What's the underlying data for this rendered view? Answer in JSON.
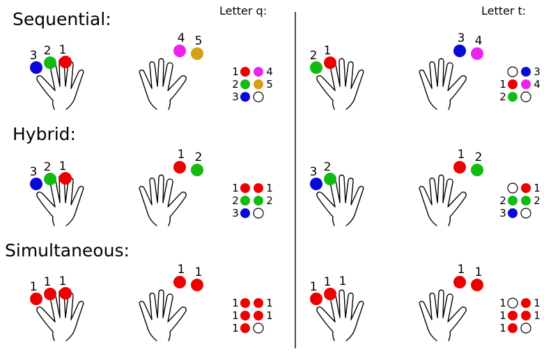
{
  "colors": {
    "red": "#ee0000",
    "green": "#11bb11",
    "blue": "#0a0ad8",
    "magenta": "#ee22ee",
    "gold": "#d4a017",
    "empty": "#ffffff"
  },
  "rows": [
    {
      "title": "Sequential:"
    },
    {
      "title": "Hybrid:"
    },
    {
      "title": "Simultaneous:"
    }
  ],
  "columns": [
    {
      "letter_label": "Letter q:",
      "cells": [
        {
          "left_fingers": [
            {
              "label": "3",
              "color": "blue"
            },
            {
              "label": "2",
              "color": "green"
            },
            {
              "label": "1",
              "color": "red"
            }
          ],
          "right_fingers": [
            {
              "label": "4",
              "color": "magenta"
            },
            {
              "label": "5",
              "color": "gold"
            }
          ],
          "braille": [
            {
              "ll": "1",
              "l": "red",
              "r": "magenta",
              "rl": "4"
            },
            {
              "ll": "2",
              "l": "green",
              "r": "gold",
              "rl": "5"
            },
            {
              "ll": "3",
              "l": "blue",
              "r": "empty",
              "rl": ""
            }
          ]
        },
        {
          "left_fingers": [
            {
              "label": "3",
              "color": "blue"
            },
            {
              "label": "2",
              "color": "green"
            },
            {
              "label": "1",
              "color": "red"
            }
          ],
          "right_fingers": [
            {
              "label": "1",
              "color": "red"
            },
            {
              "label": "2",
              "color": "green"
            }
          ],
          "braille": [
            {
              "ll": "1",
              "l": "red",
              "r": "red",
              "rl": "1"
            },
            {
              "ll": "2",
              "l": "green",
              "r": "green",
              "rl": "2"
            },
            {
              "ll": "3",
              "l": "blue",
              "r": "empty",
              "rl": ""
            }
          ]
        },
        {
          "left_fingers": [
            {
              "label": "1",
              "color": "red"
            },
            {
              "label": "1",
              "color": "red"
            },
            {
              "label": "1",
              "color": "red"
            }
          ],
          "right_fingers": [
            {
              "label": "1",
              "color": "red"
            },
            {
              "label": "1",
              "color": "red"
            }
          ],
          "braille": [
            {
              "ll": "1",
              "l": "red",
              "r": "red",
              "rl": "1"
            },
            {
              "ll": "1",
              "l": "red",
              "r": "red",
              "rl": "1"
            },
            {
              "ll": "1",
              "l": "red",
              "r": "empty",
              "rl": ""
            }
          ]
        }
      ]
    },
    {
      "letter_label": "Letter t:",
      "cells": [
        {
          "left_fingers": [
            {
              "label": "2",
              "color": "green"
            },
            {
              "label": "1",
              "color": "red"
            },
            {
              "label": "",
              "color": ""
            }
          ],
          "right_fingers": [
            {
              "label": "3",
              "color": "blue"
            },
            {
              "label": "4",
              "color": "magenta"
            }
          ],
          "braille": [
            {
              "ll": "",
              "l": "empty",
              "r": "blue",
              "rl": "3"
            },
            {
              "ll": "1",
              "l": "red",
              "r": "magenta",
              "rl": "4"
            },
            {
              "ll": "2",
              "l": "green",
              "r": "empty",
              "rl": ""
            }
          ]
        },
        {
          "left_fingers": [
            {
              "label": "3",
              "color": "blue"
            },
            {
              "label": "2",
              "color": "green"
            },
            {
              "label": "",
              "color": ""
            }
          ],
          "right_fingers": [
            {
              "label": "1",
              "color": "red"
            },
            {
              "label": "2",
              "color": "green"
            }
          ],
          "braille": [
            {
              "ll": "",
              "l": "empty",
              "r": "red",
              "rl": "1"
            },
            {
              "ll": "2",
              "l": "green",
              "r": "green",
              "rl": "2"
            },
            {
              "ll": "3",
              "l": "blue",
              "r": "empty",
              "rl": ""
            }
          ]
        },
        {
          "left_fingers": [
            {
              "label": "1",
              "color": "red"
            },
            {
              "label": "1",
              "color": "red"
            },
            {
              "label": "1",
              "color": ""
            }
          ],
          "right_fingers": [
            {
              "label": "1",
              "color": "red"
            },
            {
              "label": "1",
              "color": "red"
            }
          ],
          "braille": [
            {
              "ll": "1",
              "l": "empty",
              "r": "red",
              "rl": "1"
            },
            {
              "ll": "1",
              "l": "red",
              "r": "red",
              "rl": "1"
            },
            {
              "ll": "1",
              "l": "red",
              "r": "empty",
              "rl": ""
            }
          ]
        }
      ]
    }
  ]
}
